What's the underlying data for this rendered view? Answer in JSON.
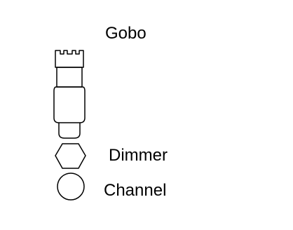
{
  "labels": {
    "gobo": "Gobo",
    "dimmer": "Dimmer",
    "channel": "Channel"
  },
  "symbols": {
    "fixture": "ellipsoidal-fixture-icon",
    "dimmer": "hexagon-dimmer-icon",
    "channel": "circle-channel-icon"
  },
  "colors": {
    "stroke": "#000000",
    "background": "#ffffff"
  }
}
